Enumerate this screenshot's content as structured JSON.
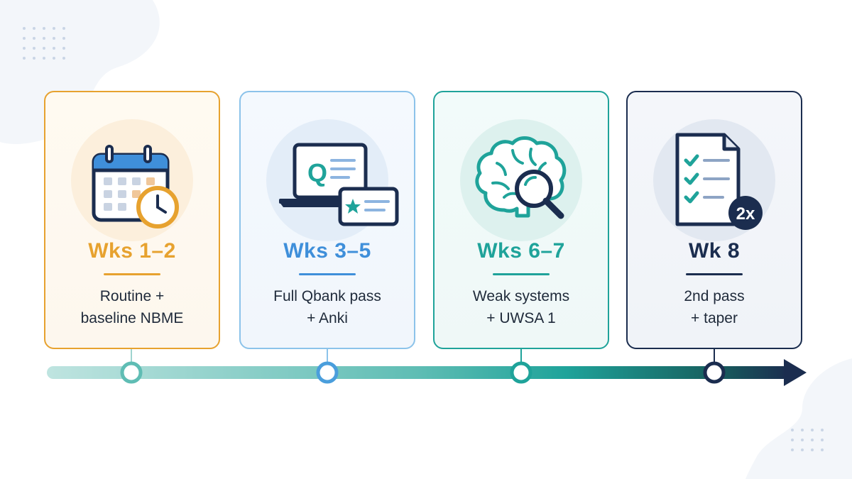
{
  "colors": {
    "orange": "#E7A22F",
    "blue": "#3F8FDA",
    "teal": "#1FA39A",
    "navy": "#1B2D4F",
    "dark": "#1F2A3A"
  },
  "phases": [
    {
      "title": "Wks 1–2",
      "line1": "Routine +",
      "line2": "baseline NBME",
      "icon": "calendar-clock-icon"
    },
    {
      "title": "Wks 3–5",
      "line1": "Full Qbank pass",
      "line2": "+ Anki",
      "icon": "laptop-flashcard-icon"
    },
    {
      "title": "Wks 6–7",
      "line1": "Weak systems",
      "line2": "+ UWSA 1",
      "icon": "brain-magnifier-icon"
    },
    {
      "title": "Wk 8",
      "line1": "2nd pass",
      "line2": "+ taper",
      "icon": "checklist-document-icon"
    }
  ],
  "icons": {
    "laptop_letter": "Q",
    "badge_text": "2x"
  }
}
